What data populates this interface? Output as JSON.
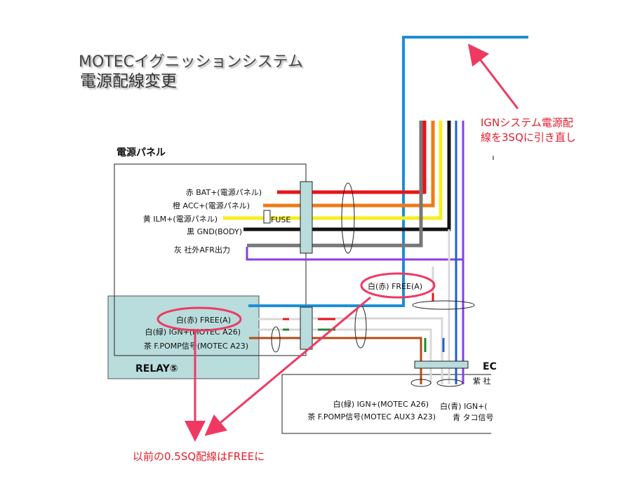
{
  "title": {
    "line1": "MOTECイグニッションシステム",
    "line2": "電源配線変更"
  },
  "power_panel": {
    "header": "電源パネル",
    "wires": [
      "赤 BAT+(電源パネル)",
      "橙 ACC+(電源パネル)",
      "黄 ILM+(電源パネル)",
      "黒 GND(BODY)",
      "灰 社外AFR出力"
    ],
    "fuse_label": "FUSE"
  },
  "relay": {
    "title": "RELAY⑤",
    "labels": [
      "白(赤) FREE(A)",
      "白(緑) IGN+(MOTEC A26)",
      "茶 F.POMP信号(MOTEC A23)"
    ]
  },
  "free_label_upper": "白(赤) FREE(A)",
  "ecu": {
    "header_partial": "EC",
    "labels_left": [
      "白(緑) IGN+(MOTEC A26)",
      "茶 F.POMP信号(MOTEC AUX3 A23)"
    ],
    "labels_right": [
      "紫 社",
      "白(青) IGN+(",
      "青 タコ信号"
    ]
  },
  "annotations": {
    "ign_note": [
      "IGNシステム電源配",
      "線を3SQに引き直し"
    ],
    "old_note": "以前の0.5SQ配線はFREEに"
  },
  "colors": {
    "red": "#e8141a",
    "orange": "#f07b18",
    "yellow": "#f7ee22",
    "black": "#111111",
    "gray": "#777777",
    "purple": "#8a3ee0",
    "blue": "#1b8fd6",
    "dark_blue": "#1f5fd0",
    "green": "#1e8a2a",
    "brown": "#b44a17",
    "white_wire": "#d8d8d8",
    "relay_fill": "#b9dcdc",
    "annotation": "#ee3a63"
  }
}
